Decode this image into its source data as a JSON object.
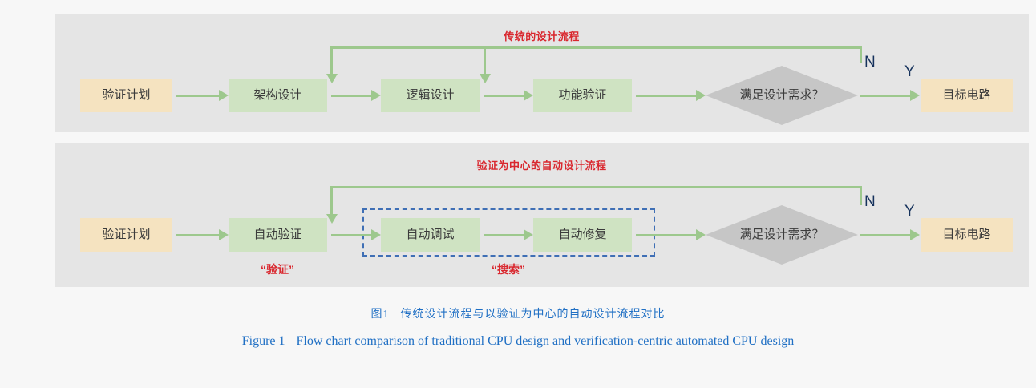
{
  "figure": {
    "caption_cn_label": "图1",
    "caption_cn_text": "传统设计流程与以验证为中心的自动设计流程对比",
    "caption_en_label": "Figure 1",
    "caption_en_text": "Flow chart comparison of traditional CPU design and verification-centric automated CPU design"
  },
  "colors": {
    "panel_bg": "#e5e5e5",
    "page_bg": "#f7f7f7",
    "node_green": "#cfe3c2",
    "node_yellow": "#f5e3c0",
    "diamond_gray": "#c6c6c6",
    "arrow_green": "#9dc88d",
    "title_red": "#d9272e",
    "dashed_blue": "#3f6fb5",
    "caption_blue": "#1f6fc4",
    "branch_label": "#16325c"
  },
  "panels": [
    {
      "title": "传统的设计流程",
      "nodes": [
        {
          "label": "验证计划",
          "kind": "yellow"
        },
        {
          "label": "架构设计",
          "kind": "green"
        },
        {
          "label": "逻辑设计",
          "kind": "green"
        },
        {
          "label": "功能验证",
          "kind": "green"
        },
        {
          "label": "满足设计需求？",
          "kind": "diamond"
        },
        {
          "label": "目标电路",
          "kind": "yellow"
        }
      ],
      "branch_no": "N",
      "branch_yes": "Y"
    },
    {
      "title": "验证为中心的自动设计流程",
      "nodes": [
        {
          "label": "验证计划",
          "kind": "yellow"
        },
        {
          "label": "自动验证",
          "kind": "green"
        },
        {
          "label": "自动调试",
          "kind": "green"
        },
        {
          "label": "自动修复",
          "kind": "green"
        },
        {
          "label": "满足设计需求？",
          "kind": "diamond"
        },
        {
          "label": "目标电路",
          "kind": "yellow"
        }
      ],
      "branch_no": "N",
      "branch_yes": "Y",
      "annotations": [
        {
          "label": "“验证”"
        },
        {
          "label": "“搜索”"
        }
      ]
    }
  ]
}
